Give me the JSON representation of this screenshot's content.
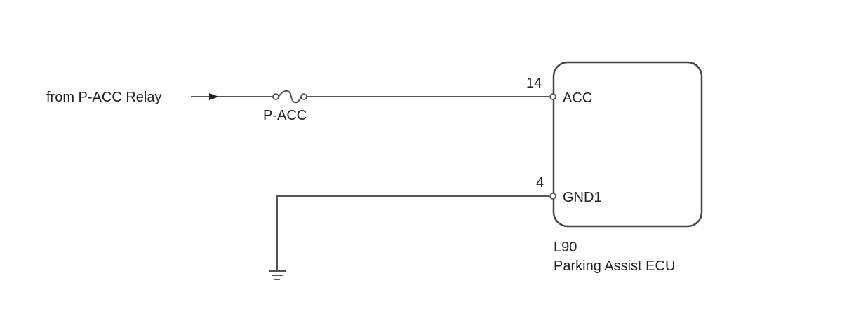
{
  "source": {
    "label": "from P-ACC Relay"
  },
  "fuse": {
    "label": "P-ACC"
  },
  "ecu": {
    "connector": "L90",
    "name": "Parking Assist ECU",
    "pins": [
      {
        "number": "14",
        "name": "ACC"
      },
      {
        "number": "4",
        "name": "GND1"
      }
    ]
  },
  "ground": {
    "icon": "ground-icon"
  }
}
